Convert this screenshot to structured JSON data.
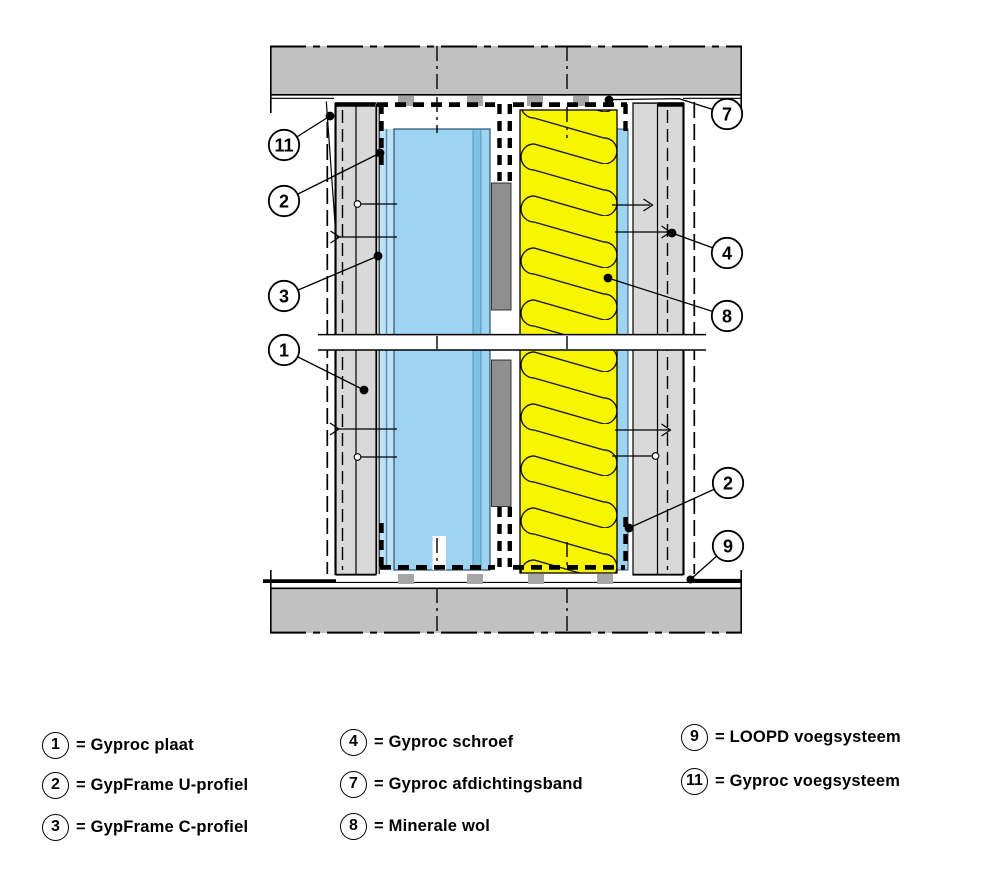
{
  "diagram": {
    "callouts": [
      {
        "num": "11"
      },
      {
        "num": "2"
      },
      {
        "num": "3"
      },
      {
        "num": "1"
      },
      {
        "num": "7"
      },
      {
        "num": "4"
      },
      {
        "num": "8"
      },
      {
        "num": "2"
      },
      {
        "num": "9"
      }
    ]
  },
  "legend": {
    "columns": [
      {
        "items": [
          {
            "num": "1",
            "label": "= Gyproc plaat"
          },
          {
            "num": "2",
            "label": "= GypFrame U-profiel"
          },
          {
            "num": "3",
            "label": "= GypFrame C-profiel"
          }
        ]
      },
      {
        "items": [
          {
            "num": "4",
            "label": "= Gyproc schroef"
          },
          {
            "num": "7",
            "label": "= Gyproc afdichtingsband"
          },
          {
            "num": "8",
            "label": "= Minerale wol"
          }
        ]
      },
      {
        "items": [
          {
            "num": "9",
            "label": "= LOOPD voegsysteem"
          },
          {
            "num": "11",
            "label": "= Gyproc voegsysteem"
          }
        ]
      }
    ]
  },
  "colors": {
    "slab": "#c1c1c1",
    "board": "#d9d9d9",
    "flange": "#bfe2f8",
    "blue": "#9fd3f2",
    "blue-dark": "#7fc2e8",
    "steel": "#8f8f8f",
    "anchor": "#a6a6a6",
    "wool-yellow": "#f8f500"
  }
}
